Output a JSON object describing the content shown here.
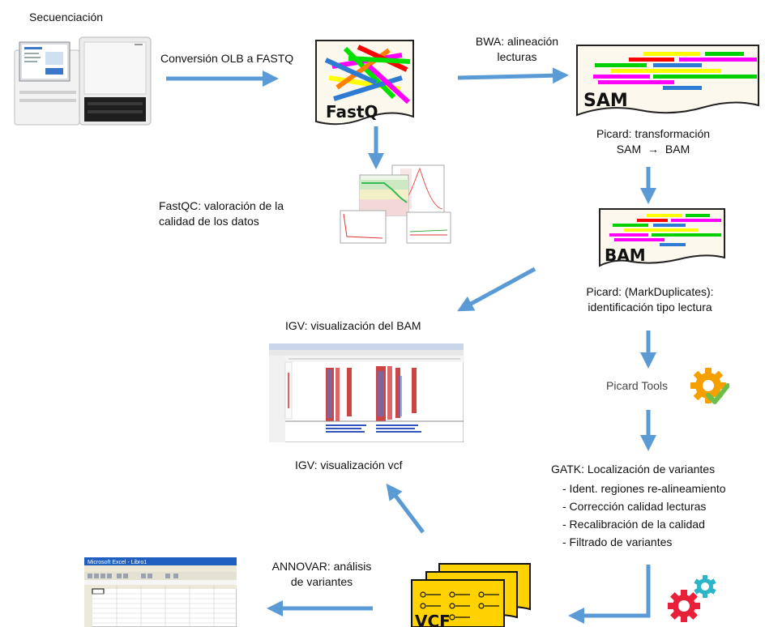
{
  "labels": {
    "sequencing": "Secuenciación",
    "olb_fastq": "Conversión OLB a FASTQ",
    "bwa_line1": "BWA: alineación",
    "bwa_line2": "lecturas",
    "fastqc_line1": "FastQC: valoración de la",
    "fastqc_line2": "calidad de los datos",
    "picard_transform": "Picard: transformación",
    "sam_to_bam_left": "SAM",
    "sam_to_bam_arrow": "→",
    "sam_to_bam_right": "BAM",
    "markdup_line1": "Picard: (MarkDuplicates):",
    "markdup_line2": "identificación tipo lectura",
    "igv_bam": "IGV: visualización del BAM",
    "picard_tools": "Picard Tools",
    "igv_vcf": "IGV: visualización vcf",
    "gatk_title": "GATK: Localización de variantes",
    "annovar_line1": "ANNOVAR: análisis",
    "annovar_line2": "de variantes"
  },
  "gatk_steps": [
    "- Ident. regiones re-alineamiento",
    "- Corrección calidad lecturas",
    "- Recalibración de la calidad",
    "- Filtrado de variantes"
  ],
  "documents": {
    "fastq": "FastQ",
    "sam": "SAM",
    "bam": "BAM",
    "vcf": "VCF"
  },
  "excel_title": "Microsoft Excel - Libro1",
  "colors": {
    "arrow": "#5b9bd5",
    "doc_fill": "#fdf8ee",
    "vcf_fill": "#ffd200",
    "gear_orange": "#f5a000",
    "gear_red": "#e8203a",
    "gear_teal": "#2cb5c6"
  }
}
